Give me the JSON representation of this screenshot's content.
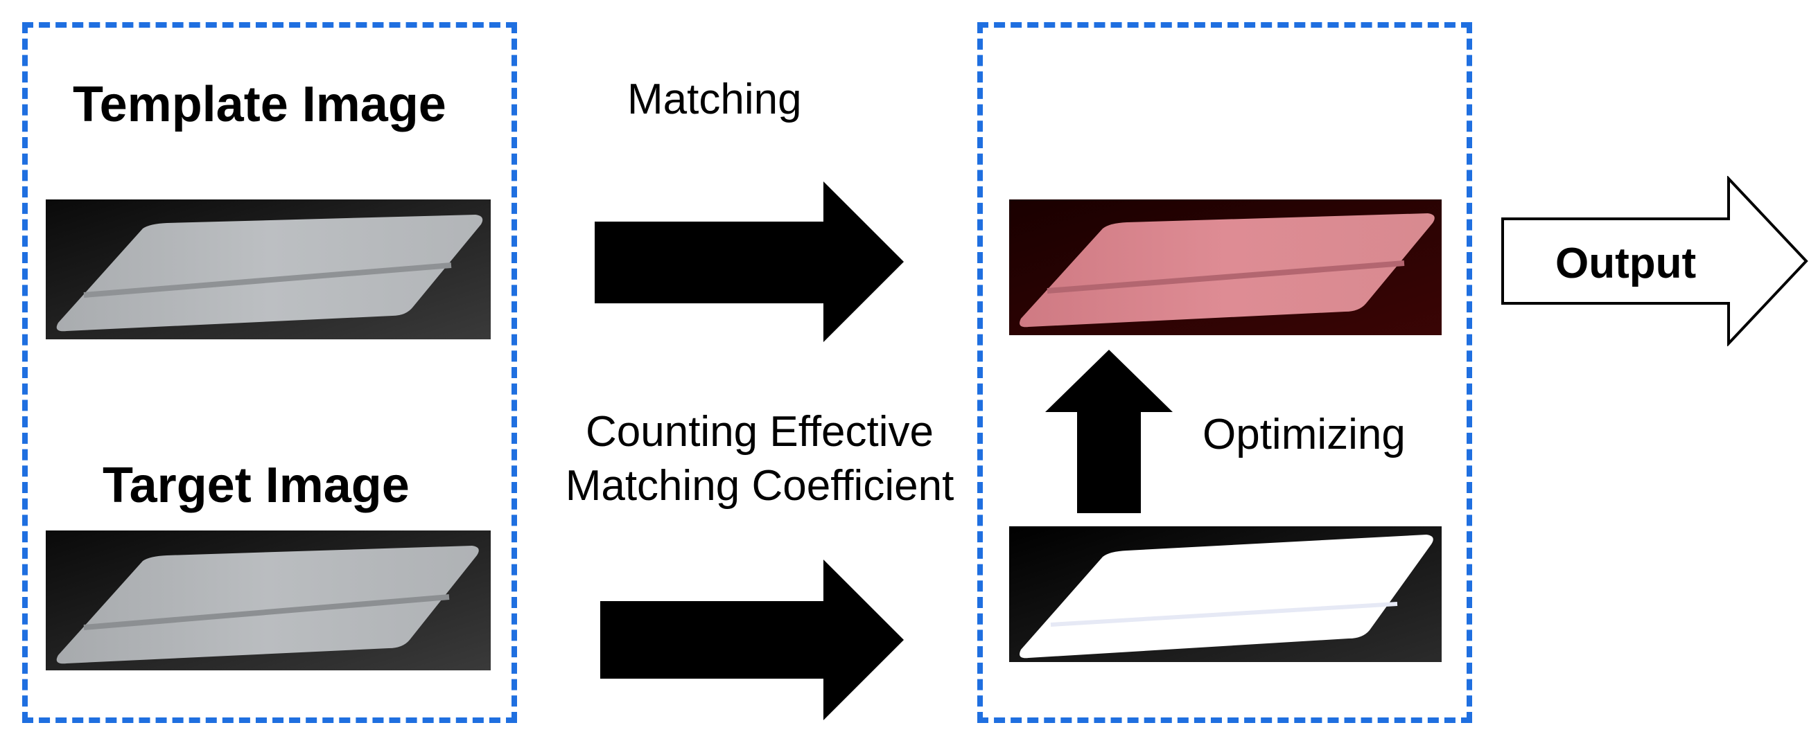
{
  "labels": {
    "template_image": "Template Image",
    "target_image": "Target Image",
    "matching": "Matching",
    "counting_line1": "Counting Effective",
    "counting_line2": "Matching Coefficient",
    "optimizing": "Optimizing",
    "output": "Output"
  },
  "colors": {
    "dashed_border": "#1f6fe0",
    "arrow_fill": "#000000",
    "output_arrow_fill": "#ffffff",
    "gray_plate": "#b9bcbf",
    "red_plate": "#d9848c",
    "red_background": "#2a0000",
    "white_plate": "#ffffff"
  },
  "icons": [
    "arrow-right-icon",
    "arrow-up-icon",
    "output-arrow-icon"
  ]
}
